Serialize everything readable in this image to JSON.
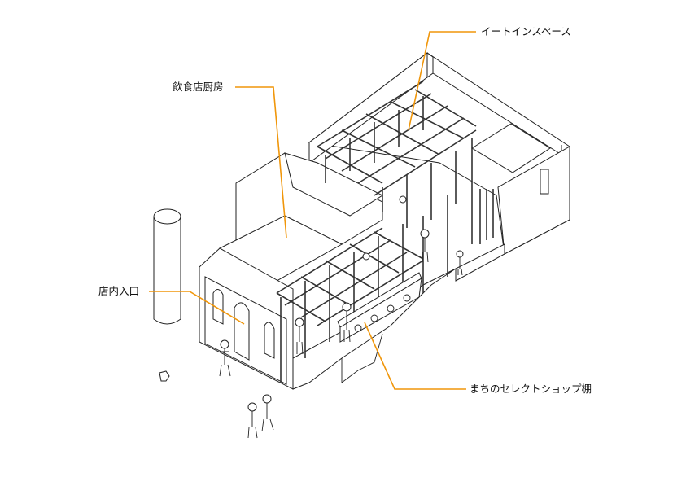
{
  "labels": {
    "eat_in_space": "イートインスペース",
    "restaurant_kitchen": "飲食店厨房",
    "store_entrance": "店内入口",
    "select_shop_shelf": "まちのセレクトショップ棚"
  },
  "colors": {
    "leader": "#F0960A",
    "line": "#222222"
  }
}
